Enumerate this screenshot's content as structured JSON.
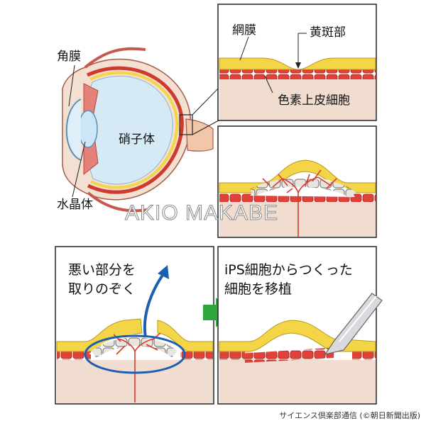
{
  "labels": {
    "cornea": "角膜",
    "lens": "水晶体",
    "vitreous": "硝子体",
    "retina": "網膜",
    "macula": "黄斑部",
    "rpe": "色素上皮細胞"
  },
  "steps": {
    "remove": "悪い部分を\n取りのぞく",
    "transplant": "iPS細胞からつくった\n細胞を移植"
  },
  "watermark": "AKIO MAKABE",
  "credit": "サイエンス倶楽部通信 (©朝日新聞出版)",
  "colors": {
    "retina_yellow": "#f5d548",
    "rpe_red": "#e0423a",
    "tissue": "#f0ddd0",
    "vessel": "#d73a2e",
    "arrow_blue": "#1c5fb0",
    "arrow_green": "#2fa63c"
  }
}
